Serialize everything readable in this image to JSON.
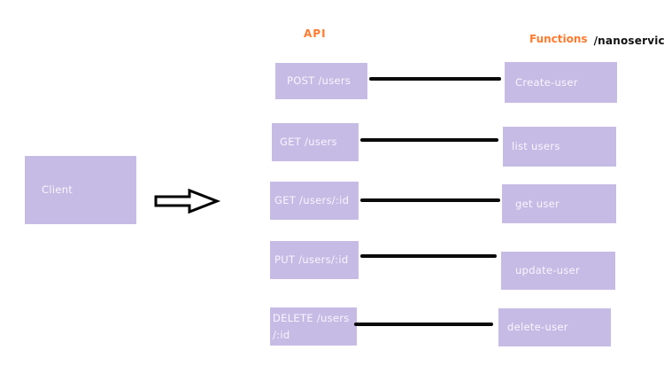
{
  "headers": {
    "api": "API",
    "functions": "Functions",
    "nanoservices": "/nanoservices"
  },
  "client": {
    "label": "Client"
  },
  "rows": [
    {
      "api": "POST /users",
      "function": "Create-user"
    },
    {
      "api": "GET /users",
      "function": "list users"
    },
    {
      "api": "GET /users/:id",
      "function": "get user"
    },
    {
      "api": "PUT /users/:id",
      "function": "update-user"
    },
    {
      "api": "DELETE /users\n/:id",
      "function": "delete-user"
    }
  ],
  "icons": {
    "arrow": "right-block-arrow"
  },
  "colors": {
    "box_fill": "#c6bbe5",
    "box_text": "#f8f6fc",
    "accent_orange": "#ff7a2e",
    "connector": "#0a0a0a"
  }
}
